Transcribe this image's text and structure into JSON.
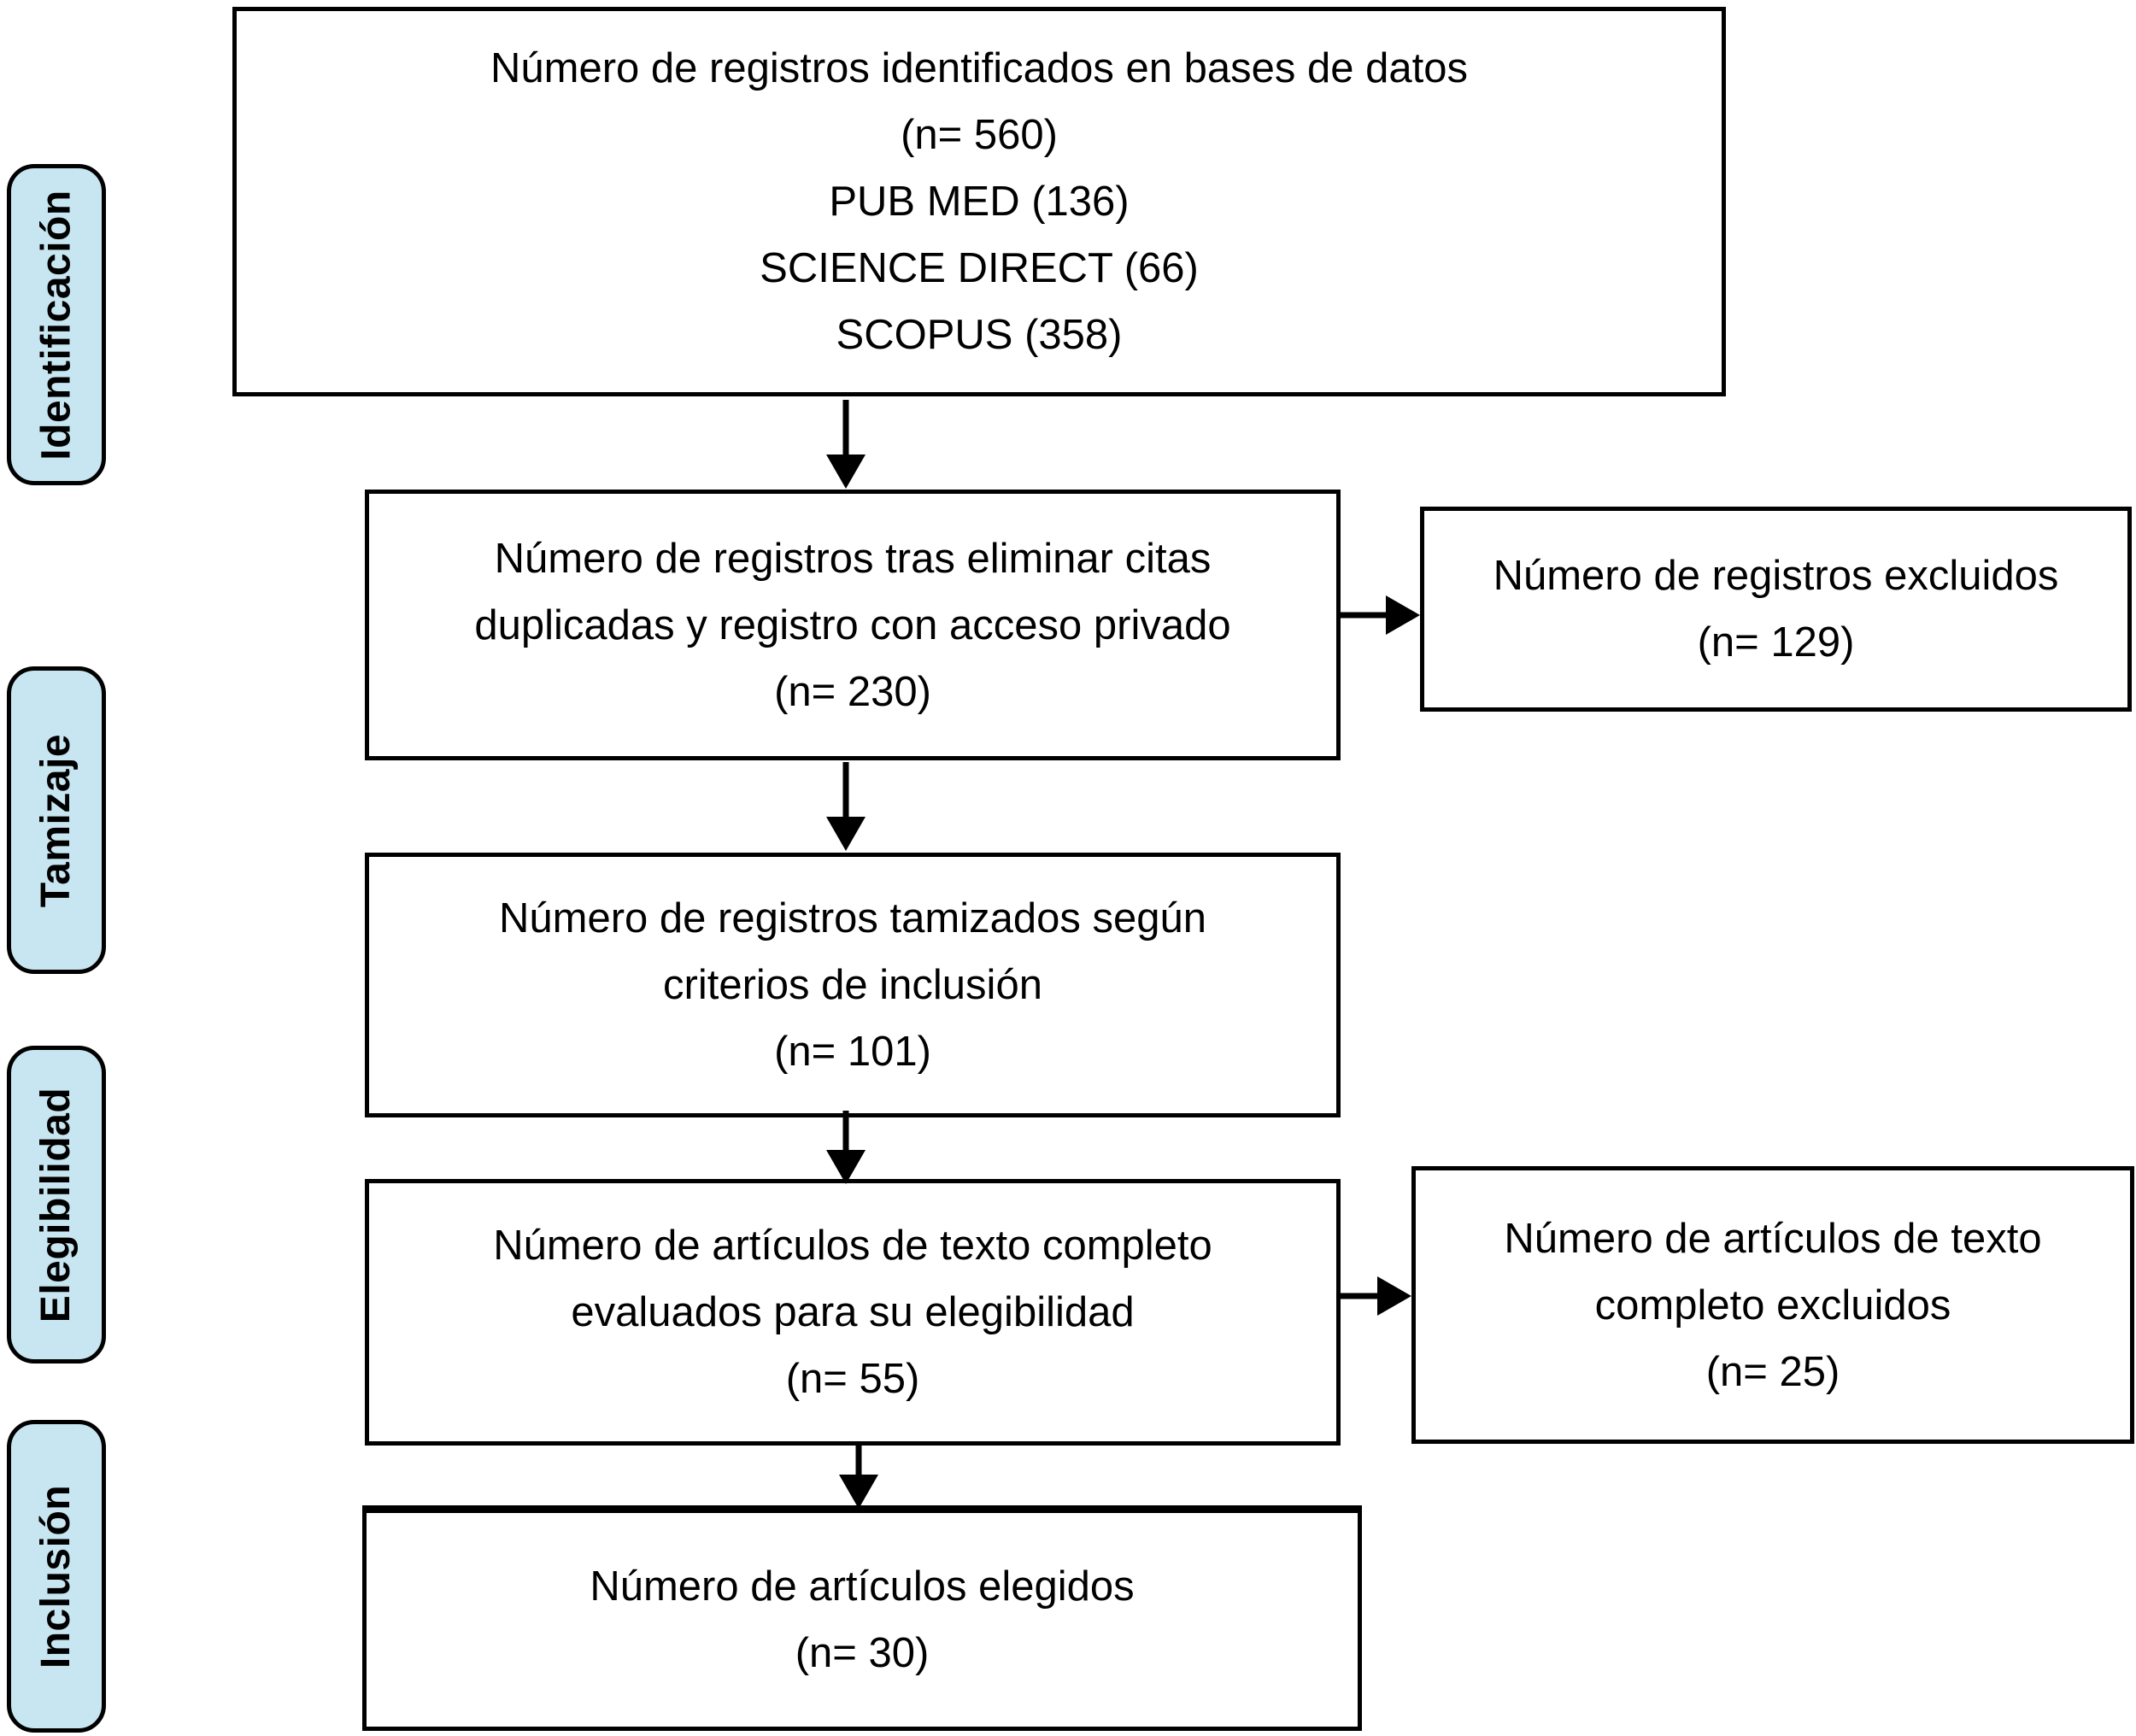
{
  "palette": {
    "stage_fill": "#c7e6f1",
    "border": "#000000",
    "background": "#ffffff"
  },
  "stages": [
    {
      "id": "identification",
      "label": "Identificación"
    },
    {
      "id": "screening",
      "label": "Tamizaje"
    },
    {
      "id": "eligibility",
      "label": "Elegibilidad"
    },
    {
      "id": "inclusion",
      "label": "Inclusión"
    }
  ],
  "boxes": {
    "identified": {
      "lines": [
        "Número de registros identificados en bases de datos",
        "(n= 560)",
        "PUB MED (136)",
        "SCIENCE DIRECT (66)",
        "SCOPUS (358)"
      ]
    },
    "after_dedup": {
      "lines": [
        "Número de registros tras eliminar citas",
        "duplicadas y registro con acceso privado",
        "(n= 230)"
      ]
    },
    "excluded_records": {
      "lines": [
        "Número de registros excluidos",
        "(n= 129)"
      ]
    },
    "screened": {
      "lines": [
        "Número de registros tamizados según",
        "criterios de inclusión",
        "(n= 101)"
      ]
    },
    "fulltext_assessed": {
      "lines": [
        "Número de artículos de texto completo",
        "evaluados para su elegibilidad",
        "(n= 55)"
      ]
    },
    "fulltext_excluded": {
      "lines": [
        "Número de artículos de texto",
        "completo excluidos",
        "(n= 25)"
      ]
    },
    "included": {
      "lines": [
        "Número de artículos elegidos",
        "(n= 30)"
      ]
    }
  }
}
